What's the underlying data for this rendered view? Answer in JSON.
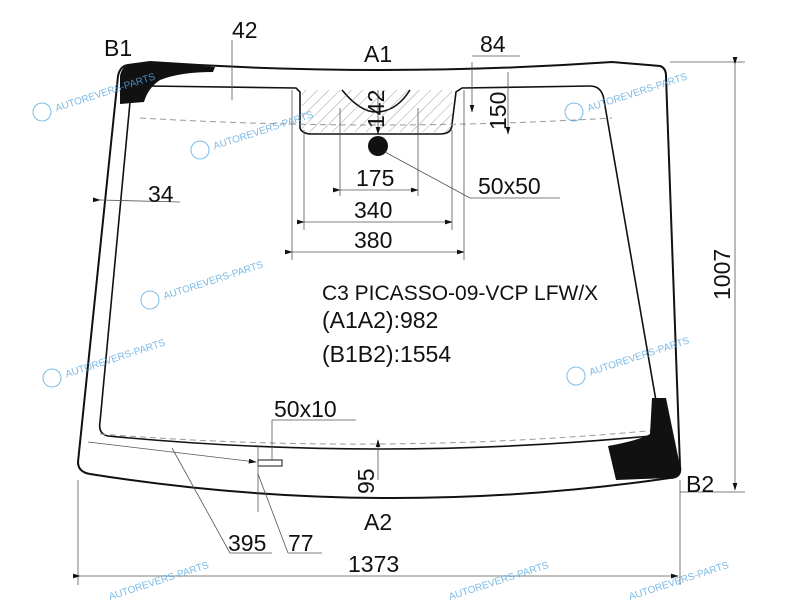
{
  "title": "C3 PICASSO-09-VCP LFW/X",
  "specs": {
    "a1a2": "(A1A2):982",
    "b1b2": "(B1B2):1554"
  },
  "points": {
    "a1": "A1",
    "a2": "A2",
    "b1": "B1",
    "b2": "B2"
  },
  "dimensions": {
    "d42": "42",
    "d84": "84",
    "d142": "142",
    "d150": "150",
    "d34": "34",
    "d175": "175",
    "d340": "340",
    "d380": "380",
    "d50x50": "50x50",
    "d50x10": "50x10",
    "d95": "95",
    "d395": "395",
    "d77": "77",
    "d1373": "1373",
    "d1007": "1007"
  },
  "watermark": "AUTOREVERS-PARTS",
  "watermark_logo": "AR",
  "colors": {
    "line": "#111111",
    "watermark": "#5aa9e0"
  }
}
